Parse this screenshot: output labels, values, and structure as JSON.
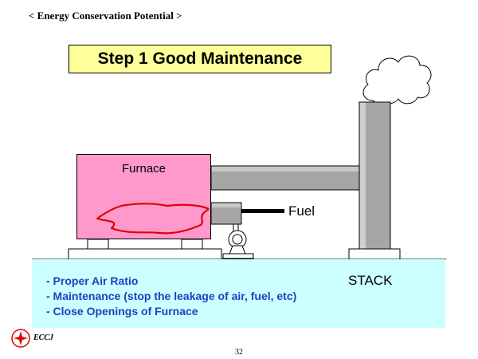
{
  "header": {
    "text": "< Energy Conservation Potential >"
  },
  "title": {
    "text": "Step 1 Good Maintenance"
  },
  "diagram": {
    "furnace_label": "Furnace",
    "fuel_label": "Fuel",
    "stack_label": "STACK"
  },
  "bullets": [
    "- Proper Air Ratio",
    "- Maintenance (stop the leakage of air, fuel, etc)",
    "- Close Openings of Furnace"
  ],
  "footer": {
    "logo_text": "ECCJ",
    "page_number": "32"
  },
  "colors": {
    "title_bg": "#ffff99",
    "furnace_fill": "#ff99cc",
    "flame": "#e00000",
    "panel_bg": "#ccffff",
    "bullet_text": "#1f3fc0",
    "stack_gray": "#a6a6a6"
  },
  "icons": {
    "logo": "eccj-logo-icon"
  }
}
